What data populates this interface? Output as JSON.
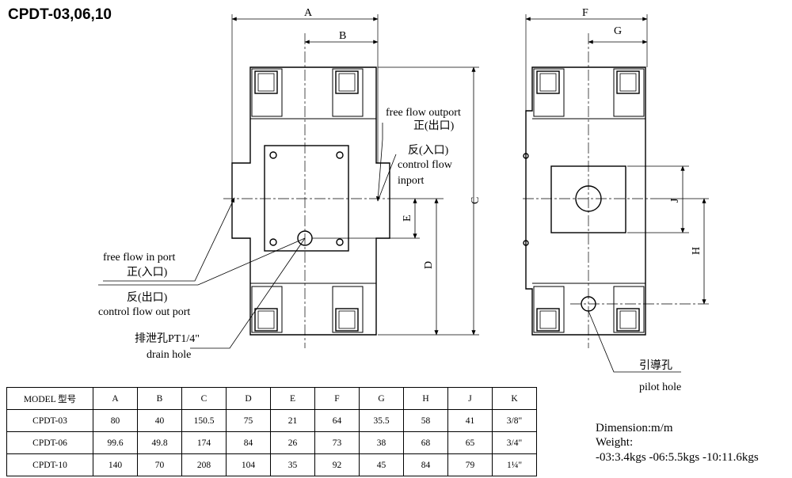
{
  "title": "CPDT-03,06,10",
  "dims": {
    "A": "A",
    "B": "B",
    "C": "C",
    "D": "D",
    "E": "E",
    "F": "F",
    "G": "G",
    "H": "H",
    "J": "J"
  },
  "labels": {
    "free_flow_outport": "free flow outport",
    "zheng_chukou": "正(出口)",
    "fan_rukou": "反(入口)",
    "control_flow": "control flow",
    "inport": "inport",
    "free_flow_in_port": "free flow in port",
    "zheng_rukou": "正(入口)",
    "fan_chukou": "反(出口)",
    "control_flow_out_port": "control flow out port",
    "drain_cn": "排泄孔PT1/4\"",
    "drain_hole": "drain hole",
    "pilot_cn": "引導孔",
    "pilot_hole": "pilot hole"
  },
  "table": {
    "headers": [
      "MODEL 型号",
      "A",
      "B",
      "C",
      "D",
      "E",
      "F",
      "G",
      "H",
      "J",
      "K"
    ],
    "rows": [
      [
        "CPDT-03",
        "80",
        "40",
        "150.5",
        "75",
        "21",
        "64",
        "35.5",
        "58",
        "41",
        "3/8\""
      ],
      [
        "CPDT-06",
        "99.6",
        "49.8",
        "174",
        "84",
        "26",
        "73",
        "38",
        "68",
        "65",
        "3/4\""
      ],
      [
        "CPDT-10",
        "140",
        "70",
        "208",
        "104",
        "35",
        "92",
        "45",
        "84",
        "79",
        "1¼\""
      ]
    ]
  },
  "info": {
    "dimension": "Dimension:m/m",
    "weight": "Weight:",
    "weights": "-03:3.4kgs  -06:5.5kgs  -10:11.6kgs"
  }
}
